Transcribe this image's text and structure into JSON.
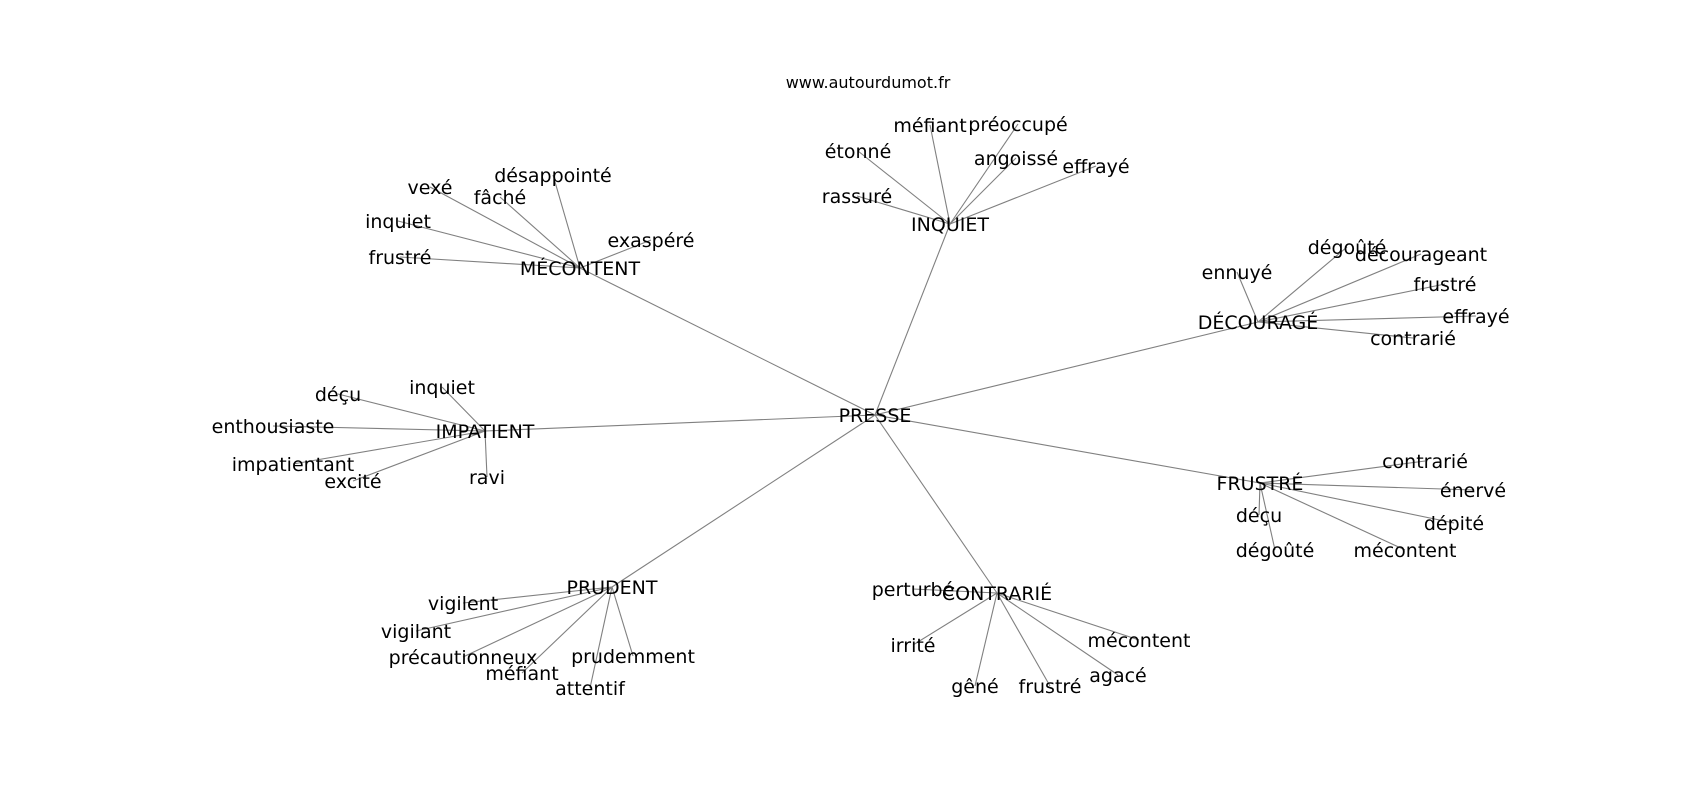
{
  "watermark": "www.autourdumot.fr",
  "graph": {
    "root": "PRESSE",
    "clusters": [
      {
        "hub": "MÉCONTENT",
        "leaves": [
          "vexé",
          "désappointé",
          "fâché",
          "inquiet",
          "frustré",
          "exaspéré"
        ]
      },
      {
        "hub": "INQUIET",
        "leaves": [
          "méfiant",
          "préoccupé",
          "étonné",
          "angoissé",
          "effrayé",
          "rassuré"
        ]
      },
      {
        "hub": "DÉCOURAGÉ",
        "leaves": [
          "dégoûté",
          "décourageant",
          "ennuyé",
          "frustré",
          "effrayé",
          "contrarié"
        ]
      },
      {
        "hub": "IMPATIENT",
        "leaves": [
          "inquiet",
          "déçu",
          "enthousiaste",
          "impatientant",
          "excité",
          "ravi"
        ]
      },
      {
        "hub": "FRUSTRÉ",
        "leaves": [
          "contrarié",
          "énervé",
          "déçu",
          "dépité",
          "dégoûté",
          "mécontent"
        ]
      },
      {
        "hub": "PRUDENT",
        "leaves": [
          "vigilent",
          "vigilant",
          "précautionneux",
          "méfiant",
          "prudemment",
          "attentif"
        ]
      },
      {
        "hub": "CONTRARIÉ",
        "leaves": [
          "perturbé",
          "mécontent",
          "irrité",
          "agacé",
          "gêné",
          "frustré"
        ]
      }
    ]
  }
}
